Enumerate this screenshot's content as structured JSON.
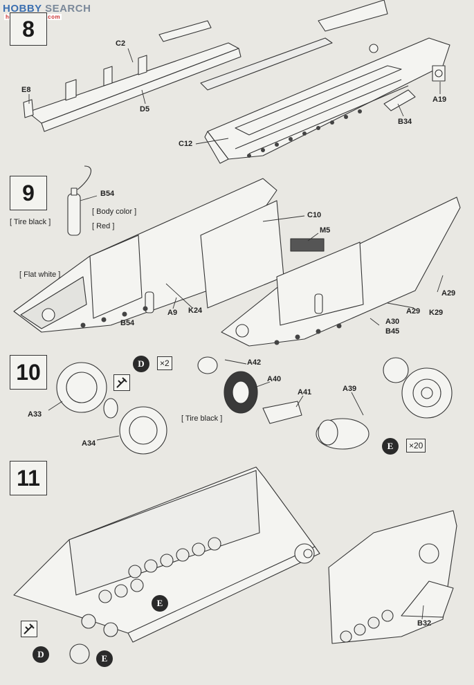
{
  "watermark": {
    "brand_prefix": "HOBBY",
    "brand_suffix": " SEARCH",
    "sub": "hobby-search.com"
  },
  "steps": [
    {
      "number": "8"
    },
    {
      "number": "9"
    },
    {
      "number": "10"
    },
    {
      "number": "11"
    }
  ],
  "step8": {
    "labels": [
      "C2",
      "E8",
      "D5",
      "C12",
      "A19",
      "B34"
    ]
  },
  "step9": {
    "labels": [
      "B54",
      "C10",
      "M5",
      "A9",
      "K24",
      "B54",
      "A29",
      "A29",
      "K29",
      "A30",
      "B45"
    ],
    "notes": [
      "[ Body color ]",
      "[ Tire black ]",
      "[ Red ]",
      "[ Flat white ]"
    ]
  },
  "step10": {
    "labels": [
      "A42",
      "A40",
      "A41",
      "A39",
      "A33",
      "A34"
    ],
    "notes": [
      "[ Tire black ]"
    ],
    "disc_d": "D",
    "mult_d": "×2",
    "disc_e": "E",
    "mult_e": "×20"
  },
  "step11": {
    "labels": [
      "B32"
    ],
    "disc_e": "E",
    "disc_d": "D"
  },
  "colors": {
    "ink": "#222222",
    "paper": "#e9e8e3",
    "box": "#f3f3ef",
    "disc": "#2a2a2a"
  }
}
